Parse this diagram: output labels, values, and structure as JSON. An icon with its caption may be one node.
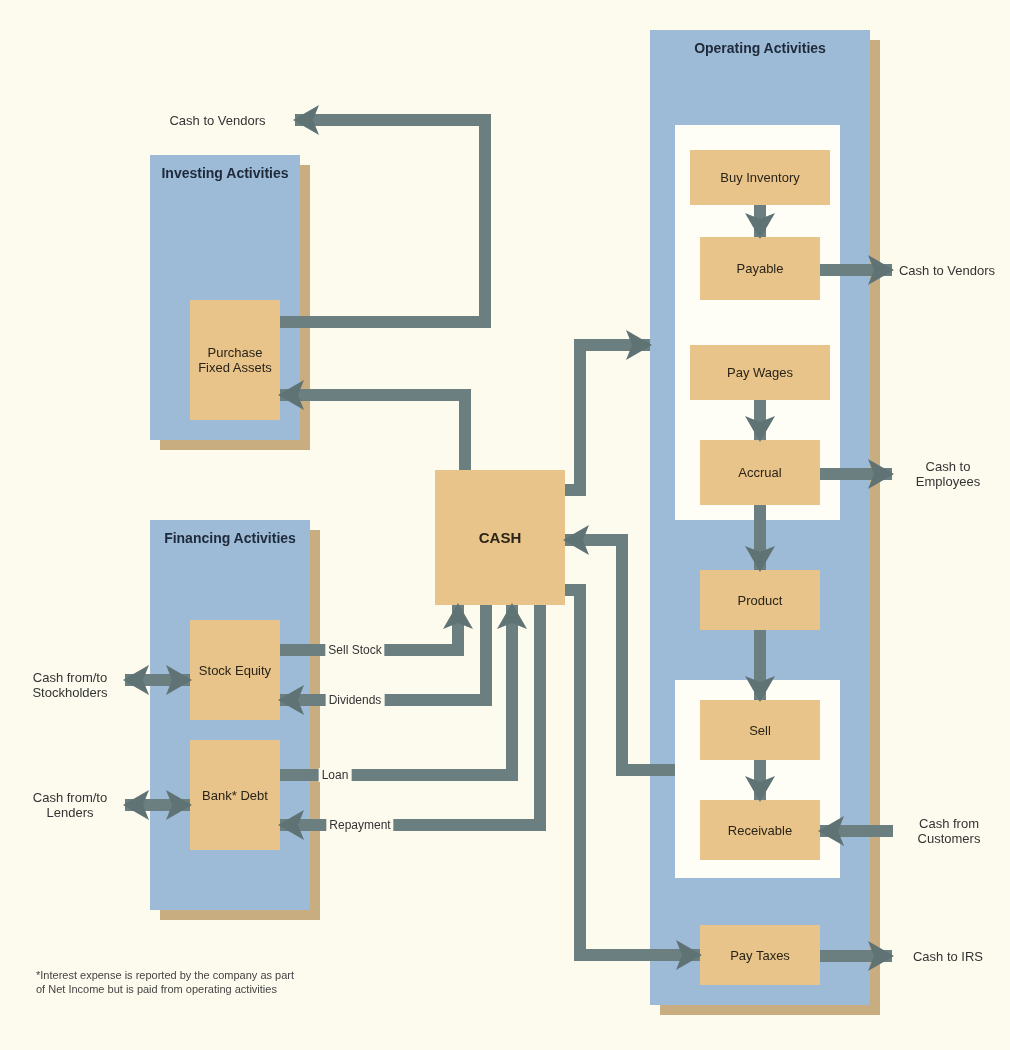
{
  "diagram": {
    "nodes": [
      {
        "text": [
          "Cash to Vendors"
        ]
      },
      {
        "text": [
          "Investing Activities"
        ]
      },
      {
        "text": [
          "Purchase Fixed Assets"
        ],
        "in": 1
      },
      {
        "text": [
          "Financing Activities"
        ]
      },
      {
        "text": [
          "Stock Equity"
        ],
        "in": 3
      },
      {
        "text": [
          "Bank* Debt"
        ],
        "in": 3
      },
      {
        "text": [
          "Cash from/to Stockholders"
        ]
      },
      {
        "text": [
          "Cash from/to Lenders"
        ]
      },
      {
        "text": [
          "CASH"
        ]
      },
      {
        "text": [
          "Operating Activities"
        ]
      },
      {
        "text": [],
        "shape": "box",
        "in": 9
      },
      {
        "text": [
          "Buy Inventory"
        ],
        "in": 10
      },
      {
        "text": [
          "Payable"
        ],
        "in": 10
      },
      {
        "text": [
          "Pay Wages"
        ],
        "in": 10
      },
      {
        "text": [
          "Accrual"
        ],
        "in": 10
      },
      {
        "text": [
          "Product"
        ],
        "in": 9
      },
      {
        "text": [],
        "shape": "box",
        "in": 9
      },
      {
        "text": [
          "Sell"
        ],
        "in": 16
      },
      {
        "text": [
          "Receivable"
        ],
        "in": 16
      },
      {
        "text": [
          "Pay Taxes"
        ],
        "in": 9
      },
      {
        "text": [
          "Cash to Vendors"
        ]
      },
      {
        "text": [
          "Cash to Employees"
        ]
      },
      {
        "text": [
          "Cash from Customers"
        ]
      },
      {
        "text": [
          "Cash to IRS"
        ]
      }
    ],
    "edges": [
      {
        "from": 2,
        "to": 0,
        "arrow": "to"
      },
      {
        "from": 8,
        "to": 2,
        "arrow": "to"
      },
      {
        "from": 4,
        "to": 8,
        "arrow": "to",
        "label": "Sell Stock"
      },
      {
        "from": 8,
        "to": 4,
        "arrow": "to",
        "label": "Dividends"
      },
      {
        "from": 5,
        "to": 8,
        "arrow": "to",
        "label": "Loan"
      },
      {
        "from": 8,
        "to": 5,
        "arrow": "to",
        "label": "Repayment"
      },
      {
        "from": 4,
        "to": 6,
        "arrow": "both"
      },
      {
        "from": 5,
        "to": 7,
        "arrow": "both"
      },
      {
        "from": 8,
        "to": 9,
        "arrow": "to"
      },
      {
        "from": 11,
        "to": 12,
        "arrow": "to"
      },
      {
        "from": 12,
        "to": 20,
        "arrow": "to"
      },
      {
        "from": 13,
        "to": 14,
        "arrow": "to"
      },
      {
        "from": 14,
        "to": 21,
        "arrow": "to"
      },
      {
        "from": 14,
        "to": 15,
        "arrow": "to"
      },
      {
        "from": 15,
        "to": 17,
        "arrow": "to"
      },
      {
        "from": 17,
        "to": 18,
        "arrow": "to"
      },
      {
        "from": 22,
        "to": 18,
        "arrow": "to"
      },
      {
        "from": 16,
        "to": 8,
        "arrow": "to"
      },
      {
        "from": 8,
        "to": 19,
        "arrow": "to"
      },
      {
        "from": 19,
        "to": 23,
        "arrow": "to"
      }
    ],
    "labels": [
      "*Interest expense is reported by the company as part of Net Income but is paid from operating activities"
    ]
  }
}
